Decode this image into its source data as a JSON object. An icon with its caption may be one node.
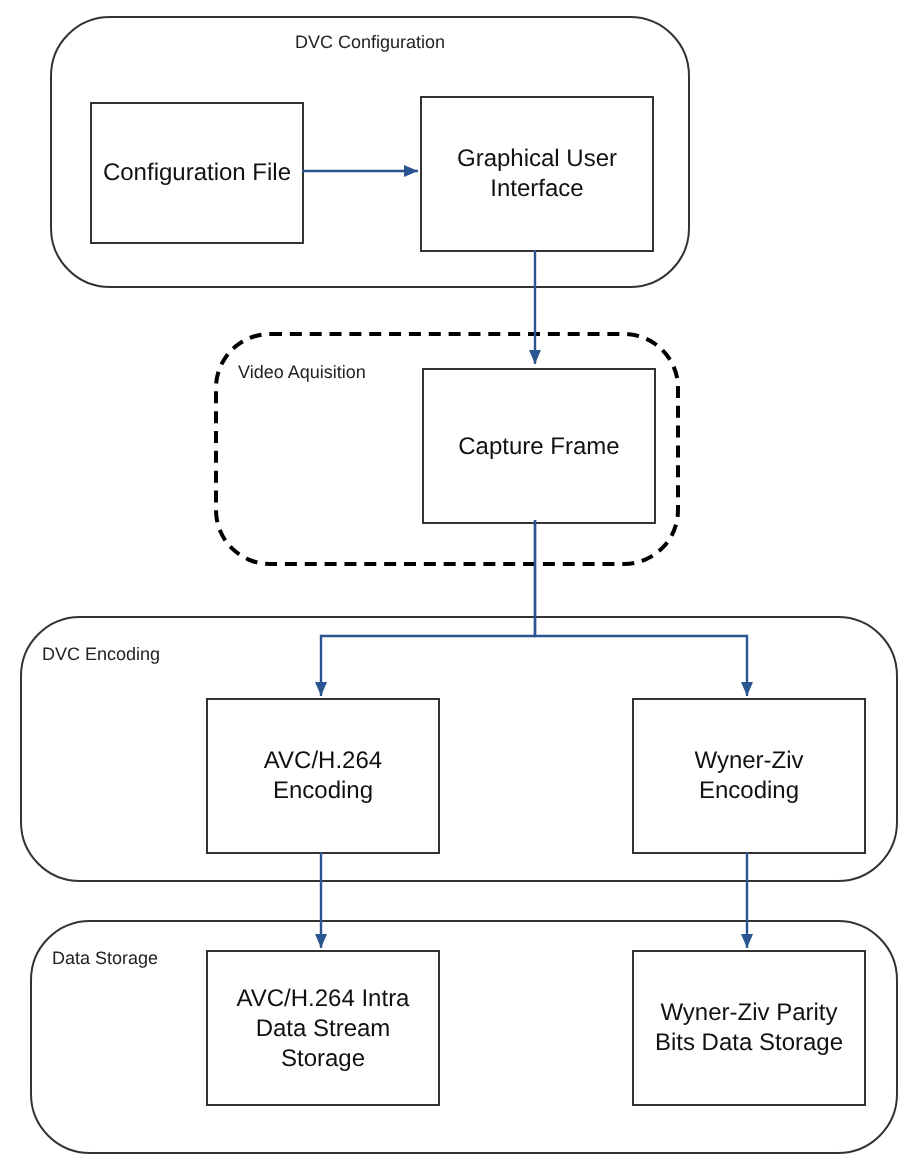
{
  "diagram": {
    "nodes": [
      {
        "text": [
          "DVC Configuration"
        ]
      },
      {
        "text": [
          "Configuration File"
        ],
        "in": 0
      },
      {
        "text": [
          "Graphical User Interface"
        ],
        "in": 0
      },
      {
        "text": [
          "Video Aquisition"
        ]
      },
      {
        "text": [
          "Capture Frame"
        ],
        "in": 3
      },
      {
        "text": [
          "DVC Encoding"
        ]
      },
      {
        "text": [
          "AVC/H.264 Encoding"
        ],
        "in": 5
      },
      {
        "text": [
          "Wyner-Ziv Encoding"
        ],
        "in": 5
      },
      {
        "text": [
          "Data Storage"
        ]
      },
      {
        "text": [
          "AVC/H.264 Intra Data Stream Storage"
        ],
        "in": 8
      },
      {
        "text": [
          "Wyner-Ziv Parity Bits Data Storage"
        ],
        "in": 8
      }
    ],
    "edges": [
      {
        "from": 1,
        "to": 2,
        "arrow": "to"
      },
      {
        "from": 2,
        "to": 4,
        "arrow": "to"
      },
      {
        "from": 4,
        "to": 6,
        "arrow": "to"
      },
      {
        "from": 4,
        "to": 7,
        "arrow": "to"
      },
      {
        "from": 6,
        "to": 9,
        "arrow": "to"
      },
      {
        "from": 7,
        "to": 10,
        "arrow": "to"
      }
    ]
  }
}
